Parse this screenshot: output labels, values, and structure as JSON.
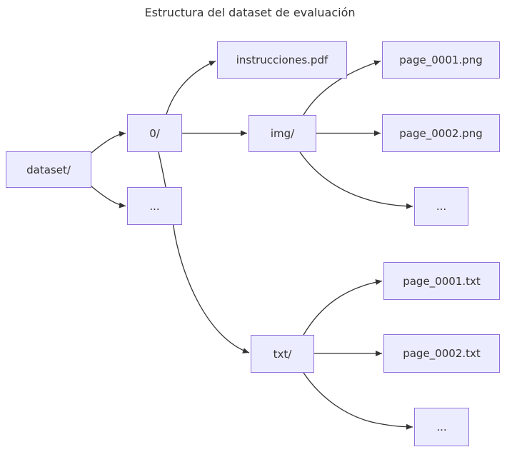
{
  "title": "Estructura del dataset de evaluación",
  "diagram": {
    "type": "flowchart",
    "direction": "left-to-right",
    "nodes": [
      {
        "id": "dataset",
        "label": "dataset/"
      },
      {
        "id": "folder-0",
        "label": "0/"
      },
      {
        "id": "more-folders",
        "label": "..."
      },
      {
        "id": "instrucciones-pdf",
        "label": "instrucciones.pdf"
      },
      {
        "id": "img-folder",
        "label": "img/"
      },
      {
        "id": "page-0001-png",
        "label": "page_0001.png"
      },
      {
        "id": "page-0002-png",
        "label": "page_0002.png"
      },
      {
        "id": "more-images",
        "label": "..."
      },
      {
        "id": "txt-folder",
        "label": "txt/"
      },
      {
        "id": "page-0001-txt",
        "label": "page_0001.txt"
      },
      {
        "id": "page-0002-txt",
        "label": "page_0002.txt"
      },
      {
        "id": "more-texts",
        "label": "..."
      }
    ],
    "edges": [
      {
        "from": "dataset/",
        "to": "0/"
      },
      {
        "from": "dataset/",
        "to": "..."
      },
      {
        "from": "0/",
        "to": "instrucciones.pdf"
      },
      {
        "from": "0/",
        "to": "img/"
      },
      {
        "from": "0/",
        "to": "txt/"
      },
      {
        "from": "img/",
        "to": "page_0001.png"
      },
      {
        "from": "img/",
        "to": "page_0002.png"
      },
      {
        "from": "img/",
        "to": "..."
      },
      {
        "from": "txt/",
        "to": "page_0001.txt"
      },
      {
        "from": "txt/",
        "to": "page_0002.txt"
      },
      {
        "from": "txt/",
        "to": "..."
      }
    ]
  },
  "colors": {
    "background": "#FFFFFF",
    "node_fill": "#ECECFF",
    "node_border": "#9370DB",
    "edge_line": "#333333",
    "text": "#333333"
  }
}
